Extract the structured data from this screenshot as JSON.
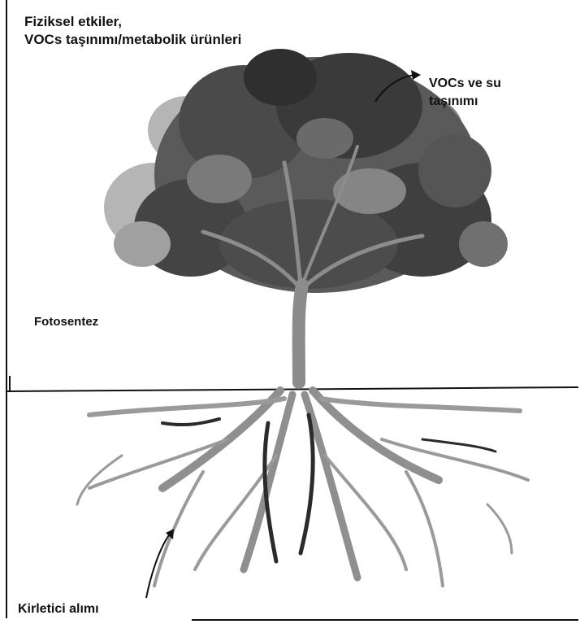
{
  "labels": {
    "top_line1": "Fiziksel etkiler,",
    "top_line2": "VOCs taşınımı/metabolik ürünleri",
    "voc_line1": "VOCs ve su",
    "voc_line2": "taşınımı",
    "photosynthesis": "Fotosentez",
    "uptake": "Kirletici alımı"
  },
  "colors": {
    "ink": "#111111",
    "foliage_dark": "#3a3a3a",
    "foliage_mid": "#6f6f6f",
    "foliage_light": "#b5b5b5",
    "trunk": "#8c8c8c",
    "root": "#8f8f8f",
    "root_dark": "#2b2b2b"
  },
  "icons": [
    "arrow-icon"
  ]
}
